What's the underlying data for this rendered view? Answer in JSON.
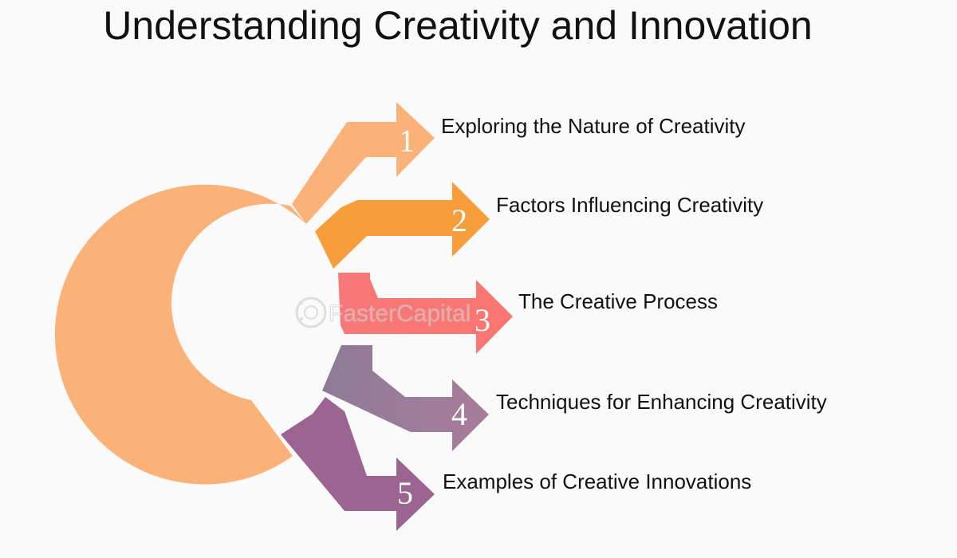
{
  "title": "Understanding Creativity and Innovation",
  "watermark": "FasterCapital",
  "colors": {
    "ring": "#fbb279",
    "step1": "#fbb279",
    "step2": "#f89d3c",
    "step3": "#f97674",
    "step4": "#9c7a9b",
    "step5": "#9c6491"
  },
  "steps": [
    {
      "number": "1",
      "label": "Exploring the Nature of Creativity"
    },
    {
      "number": "2",
      "label": "Factors Influencing Creativity"
    },
    {
      "number": "3",
      "label": "The Creative Process"
    },
    {
      "number": "4",
      "label": "Techniques for Enhancing Creativity"
    },
    {
      "number": "5",
      "label": "Examples of Creative Innovations"
    }
  ]
}
